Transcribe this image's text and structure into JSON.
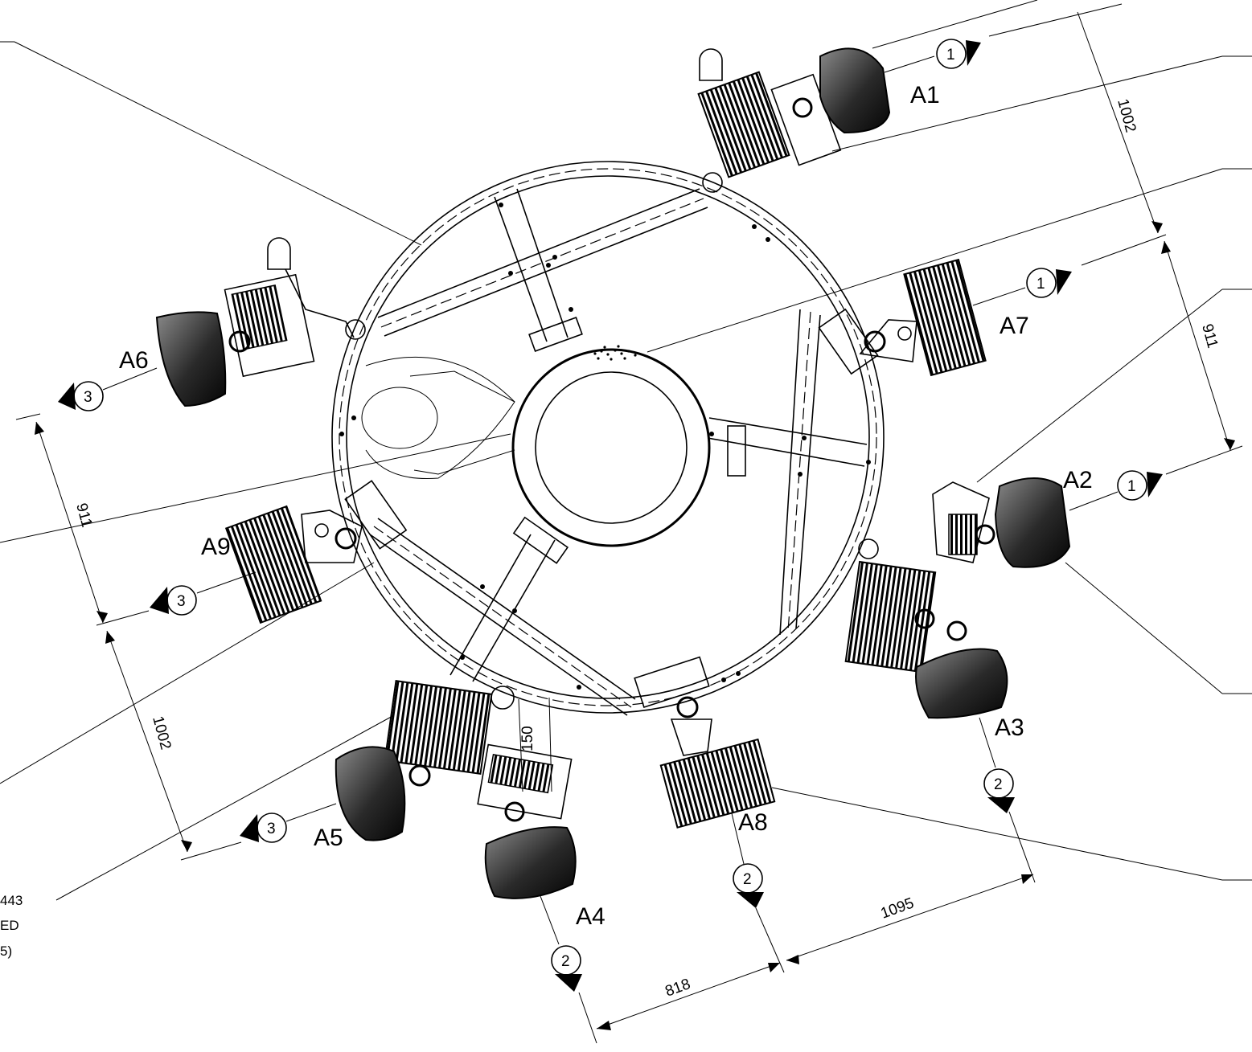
{
  "fixtures": [
    "A1",
    "A2",
    "A3",
    "A4",
    "A5",
    "A6",
    "A7",
    "A8",
    "A9"
  ],
  "bubbles": {
    "b1a": "1",
    "b1b": "1",
    "b1c": "1",
    "b2a": "2",
    "b2b": "2",
    "b2c": "2",
    "b3a": "3",
    "b3b": "3",
    "b3c": "3"
  },
  "dimensions": {
    "right_top": "1002",
    "right_mid": "911",
    "left_mid": "911",
    "left_low": "1002",
    "bottom_left": "818",
    "bottom_right": "1095",
    "pipe_offset": "150"
  },
  "side_note": [
    "443",
    "ED",
    "5)"
  ],
  "colors": {
    "line": "#000000",
    "paper": "#ffffff",
    "lamp_dark": "#0a0a0a",
    "lamp_light": "#8a8a8a"
  }
}
